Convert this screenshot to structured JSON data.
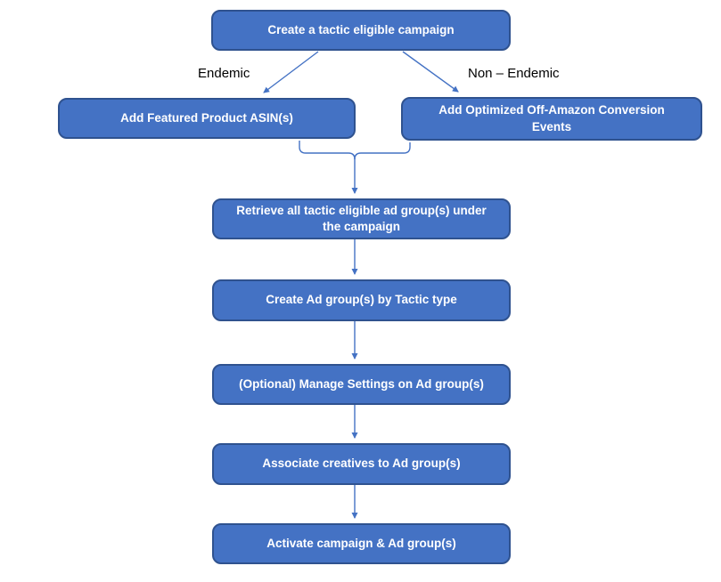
{
  "theme": {
    "node_fill": "#4472C4",
    "node_border": "#2F528F",
    "node_text": "#FFFFFF",
    "connector": "#4472C4",
    "label_text": "#000000",
    "background": "#FFFFFF"
  },
  "flowchart": {
    "nodes": [
      {
        "id": "create-campaign",
        "label": "Create a tactic eligible campaign"
      },
      {
        "id": "add-asins",
        "label": "Add Featured Product ASIN(s)"
      },
      {
        "id": "add-events",
        "label": "Add Optimized Off-Amazon Conversion Events"
      },
      {
        "id": "retrieve-adgroups",
        "label": "Retrieve all tactic eligible ad group(s) under the campaign"
      },
      {
        "id": "create-adgroups",
        "label": "Create Ad group(s) by Tactic type"
      },
      {
        "id": "manage-settings",
        "label": "(Optional) Manage Settings on Ad group(s)"
      },
      {
        "id": "assoc-creatives",
        "label": "Associate creatives to Ad group(s)"
      },
      {
        "id": "activate",
        "label": "Activate campaign & Ad group(s)"
      }
    ],
    "branch_labels": [
      {
        "id": "endemic",
        "text": "Endemic"
      },
      {
        "id": "non-endemic",
        "text": "Non – Endemic"
      }
    ]
  }
}
